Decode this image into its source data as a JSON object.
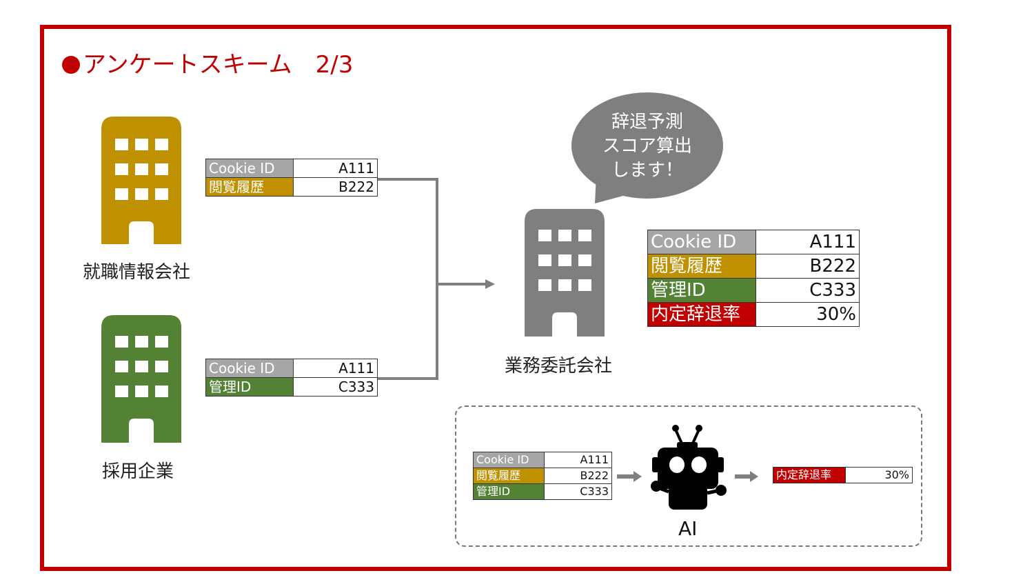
{
  "title": "アンケートスキーム　2/3",
  "colors": {
    "accent_red": "#c00000",
    "gold": "#bf9000",
    "green": "#548235",
    "gray": "#a6a6a6",
    "dark_gray": "#7f7f7f"
  },
  "companies": {
    "job_info": {
      "label": "就職情報会社",
      "icon": "building-icon"
    },
    "employer": {
      "label": "採用企業",
      "icon": "building-icon"
    },
    "contractor": {
      "label": "業務委託会社",
      "icon": "building-icon"
    }
  },
  "tables": {
    "job_info": [
      {
        "key": "Cookie ID",
        "value": "A111"
      },
      {
        "key": "閲覧履歴",
        "value": "B222"
      }
    ],
    "employer": [
      {
        "key": "Cookie ID",
        "value": "A111"
      },
      {
        "key": "管理ID",
        "value": "C333"
      }
    ],
    "merged": [
      {
        "key": "Cookie ID",
        "value": "A111"
      },
      {
        "key": "閲覧履歴",
        "value": "B222"
      },
      {
        "key": "管理ID",
        "value": "C333"
      },
      {
        "key": "内定辞退率",
        "value": "30%"
      }
    ],
    "ai_input": [
      {
        "key": "Cookie ID",
        "value": "A111"
      },
      {
        "key": "閲覧履歴",
        "value": "B222"
      },
      {
        "key": "管理ID",
        "value": "C333"
      }
    ],
    "ai_output": [
      {
        "key": "内定辞退率",
        "value": "30%"
      }
    ]
  },
  "speech_bubble": {
    "lines": [
      "辞退予測",
      "スコア算出",
      "します！"
    ]
  },
  "ai": {
    "label": "AI",
    "icon": "robot-icon"
  }
}
